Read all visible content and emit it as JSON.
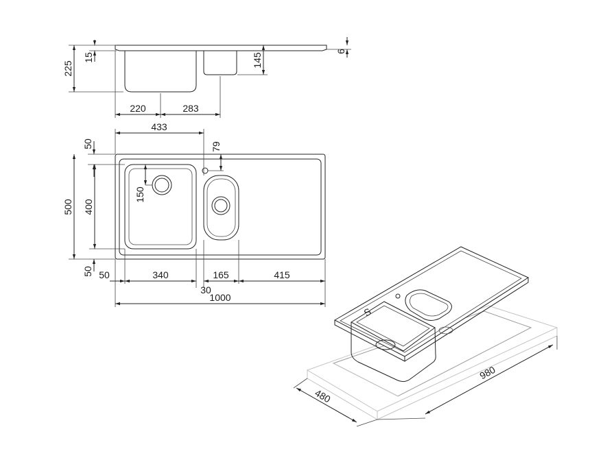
{
  "side_view": {
    "dims": {
      "overall_height": "225",
      "rim": "15",
      "small_bowl_depth": "145",
      "edge": "6",
      "bowl_center_offset": "220",
      "bowl_spacing": "283"
    }
  },
  "top_view": {
    "dims": {
      "width_to_bowl2": "433",
      "top_margin": "50",
      "tap_hole_offset": "79",
      "overall_depth": "500",
      "bowl_depth": "400",
      "waste_center": "150",
      "bottom_margin": "50",
      "left_margin": "50",
      "main_bowl_width": "340",
      "gap": "30",
      "small_bowl_width": "165",
      "drainer_width": "415",
      "overall_width": "1000"
    }
  },
  "iso_view": {
    "dims": {
      "cutout_width": "980",
      "cutout_depth": "480"
    }
  }
}
